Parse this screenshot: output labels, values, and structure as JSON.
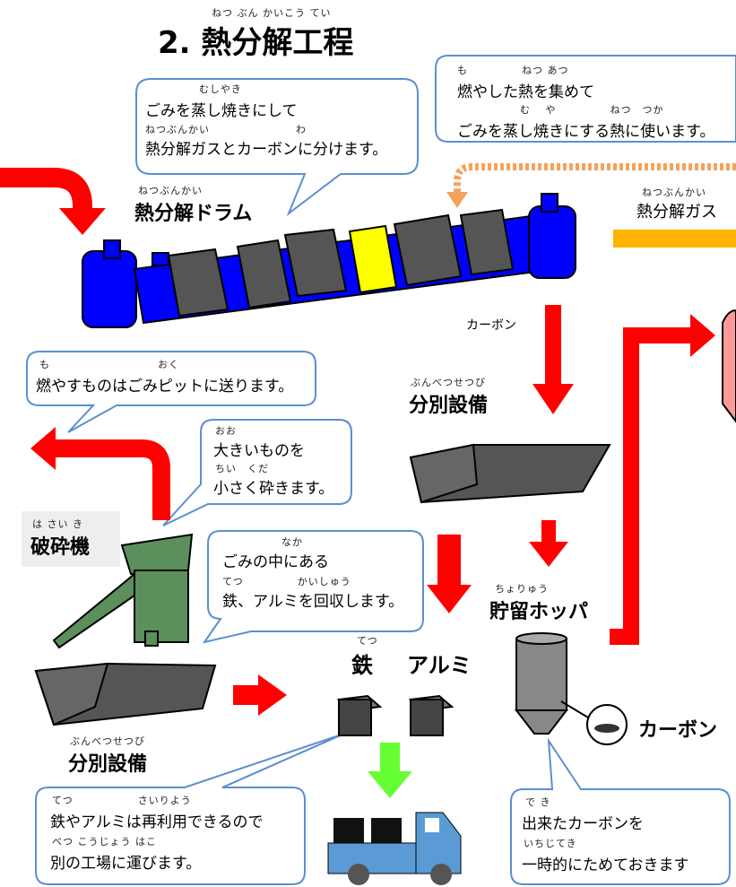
{
  "title": {
    "ruby": "ねつ ぶん かいこう てい",
    "text": "2. 熱分解工程"
  },
  "callouts": {
    "steam": {
      "ruby1": "むしやき",
      "line1": "ごみを蒸し焼きにして",
      "ruby2": "ねつぶんかい　　　　　　　　わ",
      "line2": "熱分解ガスとカーボンに分けます。"
    },
    "heat": {
      "ruby1": "も　　　　　ねつ あつ",
      "line1": "燃やした熱を集めて",
      "ruby2": "む　 や　　　　　ねつ　つか",
      "line2": "ごみを蒸し焼きにする熱に使います。"
    },
    "burn": {
      "ruby1": "も　　　　　　　　　　おく",
      "line1": "燃やすものはごみピットに送ります。"
    },
    "crush": {
      "ruby1": "おお",
      "line1": "大きいものを",
      "ruby2": "ちい　くだ",
      "line2": "小さく砕きます。"
    },
    "recover": {
      "ruby1": "なか",
      "line1": "ごみの中にある",
      "ruby2": "てつ　　　　　かいしゅう",
      "line2": "鉄、アルミを回収します。"
    },
    "recycle": {
      "ruby1": "てつ　　　　　　さいりよう",
      "line1": "鉄やアルミは再利用できるので",
      "ruby2": "べつ こうじょう はこ",
      "line2": "別の工場に運びます。"
    },
    "store": {
      "ruby1": "で き",
      "line1": "出来たカーボンを",
      "ruby2": "いちじてき",
      "line2": "一時的にためておきます"
    }
  },
  "labels": {
    "drum": {
      "ruby": "ねつぶんかい",
      "text": "熱分解ドラム"
    },
    "gas": {
      "ruby": "ねつぶんかい",
      "text": "熱分解ガス"
    },
    "carbon_flow": "カーボン",
    "separator1": {
      "ruby": "ぶんべつせつび",
      "text": "分別設備"
    },
    "crusher": {
      "ruby": "は さい き",
      "text": "破砕機"
    },
    "hopper": {
      "ruby": "ちょりゅう",
      "text": "貯留ホッパ"
    },
    "iron": {
      "ruby": "てつ",
      "text": "鉄"
    },
    "aluminum": "アルミ",
    "separator2": {
      "ruby": "ぶんべつせつび",
      "text": "分別設備"
    },
    "carbon": "カーボン"
  },
  "colors": {
    "arrow_red": "#ff0000",
    "drum_blue": "#0000ff",
    "drum_gray": "#555555",
    "drum_yellow": "#ffff00",
    "gas_orange": "#ffb400",
    "crusher_green": "#5b8f5b",
    "truck_blue": "#5b9bd5",
    "arrow_green": "#66ff33",
    "callout_border": "#5b8fd0",
    "tank_pink": "#ff9999"
  }
}
